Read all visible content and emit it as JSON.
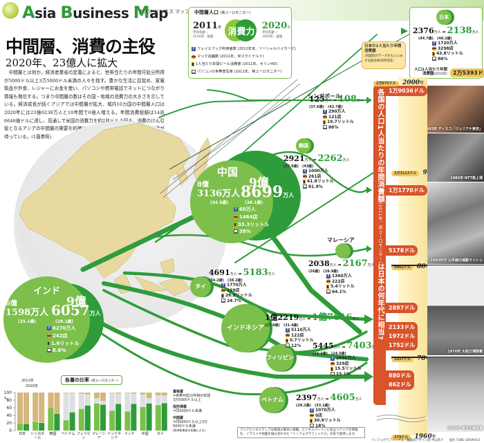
{
  "header": {
    "brand": {
      "a": "A",
      "sia": "sia",
      "b": "B",
      "usiness": "usiness",
      "m": "M",
      "ap": "ap"
    },
    "brand_sub": "アジア ビジネス マップ",
    "title": "中間層、消費の主役",
    "subtitle": "2020年、23億人に拡大",
    "body": "中間層とは何か。経済産業省の定義によると、世帯当たりの年間可処分所得が5000ドル以上3万5000ドル未満の人々を指す。豊かな生活に目覚め、家電製品や外食、レジャーにお金を使い、パソコンや携帯電話でネットにつながり情報も発信する。つまり中間層の数はその国・地域の消費力の大きさを示している。経済成長が続くアジアでは中間層が拡大、域内10カ国の中間層人口は2020年には23億6238万人と10年間で6億人増える。年間消費総額は14兆6646億ドルに達し、見通しで米国の消費力を約2兆ドル上回る。消費のけん引役となるアジアの中間層の需要を的確につかめば、日本企業にも大きな商機が待っている。(1面参照)"
  },
  "legend": {
    "title": "中間層人口",
    "title_src": "(英ユーロモニター)",
    "year_left": "2011",
    "year_right": "2020",
    "year_suffix": "年",
    "note_left": "平均年齢・2010年、国連",
    "note_right": "平均年齢・2020年、国連",
    "center_label": "消費力",
    "items": [
      {
        "icon": "facebook",
        "label": "フェイスブック利用者数 (2012年末、ソーシャルベイカーズ)"
      },
      {
        "icon": "burger",
        "label": "マック店舗数 (2011年、米マクドナルド)"
      },
      {
        "icon": "beer",
        "label": "1人当たり年間ビール消費量 (2011年、キリンHD)"
      },
      {
        "icon": "pc",
        "label": "パソコンの世帯普及率 (2011年、英ユーロモニター)"
      }
    ]
  },
  "countries": {
    "japan": {
      "name": "日本",
      "pop2011": "2376",
      "age2011": "(44.7歳)",
      "pop2020": "2138",
      "age2020": "(48.2歳)",
      "facebook": "1720万人",
      "mcd": "3298店",
      "beer": "43.8リットル",
      "pc": "86%",
      "spend_label": "人口1人当たり年間消費額",
      "spend_note": "(2010年)",
      "spend": "2万5393ドル"
    },
    "singapore": {
      "name": "シンガポール",
      "pop2011": "125",
      "age2011": "(37.6歳)",
      "pop2020": "108",
      "age2020": "(42.7歳)",
      "facebook": "290万人",
      "mcd": "121店",
      "beer": "19.7リットル",
      "pc": "86%"
    },
    "korea": {
      "name": "韓国",
      "pop2011": "2921",
      "age2011": "(37.9歳)",
      "pop2020": "2262",
      "age2020": "(43歳)",
      "facebook": "1000万人",
      "mcd": "261店",
      "beer": "41.8リットル",
      "pc": "81.9%"
    },
    "china": {
      "name": "中国",
      "pop2011_oku": "8億",
      "pop2011": "3136万人",
      "age2011": "(34.5歳)",
      "pop2020_oku": "9億",
      "pop2020": "8699",
      "pop2020_unit": "万人",
      "age2020": "(38.1歳)",
      "facebook": "60万人",
      "mcd": "1464店",
      "beer": "33.3リットル",
      "pc": "38%"
    },
    "india": {
      "name": "インド",
      "pop2011_oku": "6億",
      "pop2011": "1598万人",
      "age2011": "(25.1歳)",
      "pop2020_oku": "9億",
      "pop2020": "6057",
      "pop2020_unit": "万人",
      "age2020": "(28.1歳)",
      "facebook": "6270万人",
      "mcd": "242店",
      "beer": "1.6リットル",
      "pc": "8.6%"
    },
    "thailand": {
      "name": "タイ",
      "pop2011": "4691",
      "age2011": "(34.2歳)",
      "pop2020": "5183",
      "age2020": "(38.2歳)",
      "facebook": "1770万人",
      "mcd": "159店",
      "beer": "26.2リットル",
      "pc": "24.7%"
    },
    "malaysia": {
      "name": "マレーシア",
      "pop2011": "2038",
      "age2011": "(26歳)",
      "pop2020": "2167",
      "age2020": "(28.9歳)",
      "facebook": "1360万人",
      "mcd": "222店",
      "beer": "5.4リットル",
      "pc": "64.1%"
    },
    "indonesia": {
      "name": "インドネシア",
      "pop2011": "1億2219",
      "age2011": "(27.8歳)",
      "pop2020": "1億7616",
      "age2020": "(31.4歳)",
      "facebook": "5110万人",
      "mcd": "122店",
      "beer": "0.7リットル",
      "pc": "12%"
    },
    "philippines": {
      "name": "フィリピン",
      "pop2011": "5445",
      "age2011": "(22.2歳)",
      "pop2020": "7403",
      "age2020": "(24.5歳)",
      "facebook": "2990万人",
      "mcd": "329店",
      "beer": "15.5リットル",
      "pc": "15.1%"
    },
    "vietnam": {
      "name": "ベトナム",
      "pop2011": "2397",
      "age2011": "(28.2歳)",
      "pop2020": "4605",
      "age2020": "(33.1歳)",
      "facebook": "1070万人",
      "mcd": "0店",
      "beer": "30.9リットル",
      "pc": "18%"
    }
  },
  "units": {
    "man_nin": "万人"
  },
  "callout": {
    "title": "日本の1人当たり年間消費額",
    "note": "(内閣府のデータをもとにみずほ総合研究所作成)"
  },
  "timeline": {
    "vertical_title": "各国の人口1人当たりの年間消費額",
    "vertical_note": "(2011年、英ユーロモニター)",
    "vertical_suffix": "は日本の何年代に相当?",
    "tags": [
      "1万9036ドル",
      "1万1770ドル",
      "5178ドル",
      "2897ドル",
      "2133ドル",
      "1972ドル",
      "1752ドル",
      "880ドル",
      "862ドル"
    ],
    "years": [
      {
        "amount": "2万673ドル",
        "year": "2000",
        "suffix": "年"
      },
      {
        "amount": "1万3113ドル",
        "year": "90",
        "suffix": "年"
      },
      {
        "amount": "4962ドル",
        "year": "80",
        "suffix": "年"
      },
      {
        "amount": "1027ドル",
        "year": "70",
        "suffix": "年"
      },
      {
        "amount": "279ドル",
        "year": "1960",
        "suffix": "年"
      }
    ],
    "photos": [
      {
        "caption": "1993年 ディスコ「ジュリアナ東京」"
      },
      {
        "caption": "1985年 NTT株上場"
      },
      {
        "caption": "1980年代 山手線の通勤ラッシュ"
      },
      {
        "caption": "1970年 大阪万博開幕"
      },
      {
        "caption": "1964年 東京五輪開幕"
      }
    ]
  },
  "chart_data": {
    "type": "bar",
    "title": "各層の比率",
    "title_src": "(英ユーロモニター)",
    "series_years": [
      "2011年",
      "2020年"
    ],
    "categories": [
      "日本",
      "シンガポール",
      "韓国",
      "ベトナム",
      "フィリピン",
      "マレーシア",
      "インドネシア",
      "インド",
      "中国",
      "タイ"
    ],
    "series": [
      {
        "name": "中間層 2011",
        "values": [
          18,
          24,
          59,
          27,
          57,
          71,
          52,
          50,
          62,
          67
        ]
      },
      {
        "name": "中間層 2020",
        "values": [
          17,
          20,
          44,
          48,
          66,
          68,
          70,
          70,
          71,
          72
        ]
      },
      {
        "name": "低所得層 2011",
        "values": [
          0,
          1,
          0,
          72,
          40,
          14,
          47,
          49,
          33,
          26
        ]
      },
      {
        "name": "低所得層 2020",
        "values": [
          0,
          1,
          0,
          51,
          29,
          10,
          27,
          27,
          14,
          20
        ]
      },
      {
        "name": "富裕層 2011",
        "values": [
          82,
          75,
          41,
          1,
          3,
          15,
          1,
          1,
          5,
          7
        ]
      },
      {
        "name": "富裕層 2020",
        "values": [
          83,
          79,
          56,
          1,
          5,
          22,
          3,
          3,
          15,
          8
        ]
      }
    ],
    "ylabel": "%",
    "yticks": [
      0,
      20,
      40,
      60,
      80,
      100
    ],
    "ylim": [
      0,
      100
    ],
    "legend": [
      {
        "name": "富裕層",
        "desc": "=世帯可処分所得が年間3万5000ドル以上",
        "color": "#d4b77e"
      },
      {
        "name": "低所得層",
        "desc": "=同5000ドル未満",
        "color": "#dde0e3"
      },
      {
        "name": "中間層",
        "desc": "=同5000ドル以上3万5000ドル未満",
        "note": "(経済産業省の定義による)",
        "color": "#2e9c3a"
      }
    ],
    "colors": {
      "mid_2011": "#7cbf4a",
      "mid_2020": "#2e9c3a",
      "low": "#dde0e3",
      "rich": "#d4b77e"
    }
  },
  "footnote": "アジアビジネスマップは毎週火曜日に掲載。ビジネスパーソンに役立つアジアの情報を、イラストや地図を組み合わせた「インフォグラフィックス」の形で提供します。",
  "credits": "インフォグラフィックス　編集局デザイン部 中山英介　　協力 TUBE GRAPHICS"
}
